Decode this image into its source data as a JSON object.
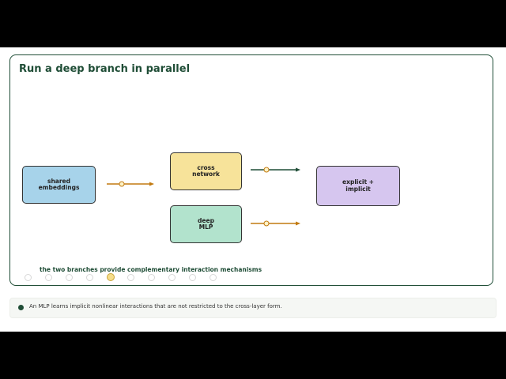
{
  "title": "Run a deep branch in parallel",
  "nodes": {
    "shared": {
      "label": "shared\nembeddings",
      "color": "#a7d3ea"
    },
    "cross": {
      "label": "cross\nnetwork",
      "color": "#f7e39a"
    },
    "deep": {
      "label": "deep\nMLP",
      "color": "#b2e3cd"
    },
    "output": {
      "label": "explicit +\nimplicit",
      "color": "#d6c6ef"
    }
  },
  "arrows": [
    {
      "from": "shared",
      "to": "cross",
      "color": "#c27a10"
    },
    {
      "from": "cross",
      "to": "output",
      "color": "#1f4d36"
    },
    {
      "from": "deep",
      "to": "output",
      "color": "#c27a10"
    }
  ],
  "caption": "the two branches provide complementary interaction mechanisms",
  "progress": {
    "total": 10,
    "current": 5
  },
  "footer": {
    "text": "An MLP learns implicit nonlinear interactions that are not restricted to the cross-layer form."
  },
  "colors": {
    "accent": "#1f4d36",
    "arrow_orange": "#c27a10",
    "dot_active": "#f6dd8a"
  }
}
